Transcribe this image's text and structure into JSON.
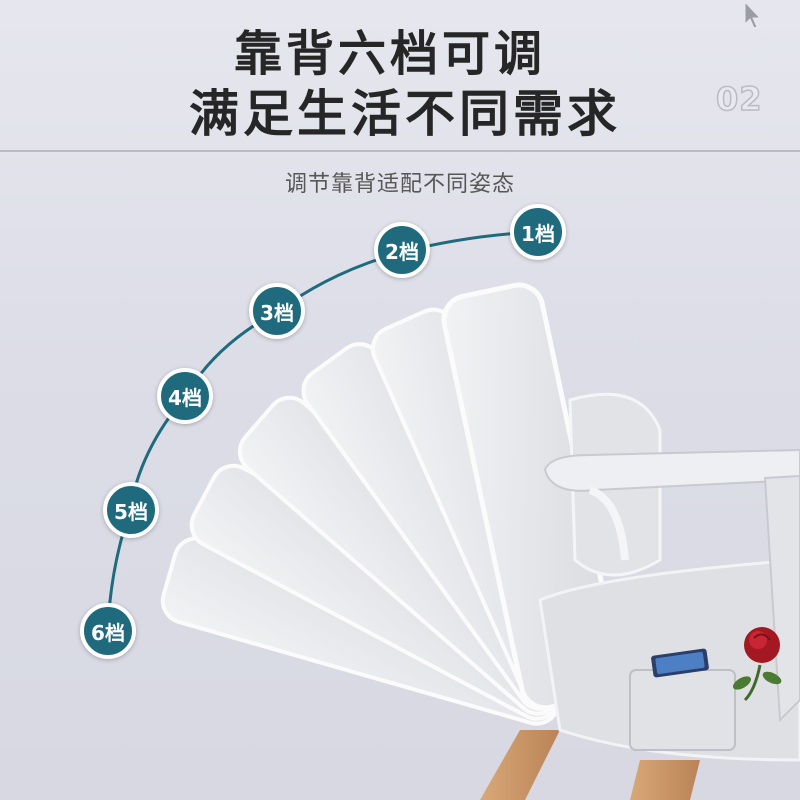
{
  "headline": {
    "line1": "靠背六档可调",
    "line2": "满足生活不同需求"
  },
  "page_number": "02",
  "subtitle": "调节靠背适配不同姿态",
  "levels": [
    "1档",
    "2档",
    "3档",
    "4档",
    "5档",
    "6档"
  ],
  "colors": {
    "badge": "#1f6b7d",
    "arc": "#1f6b7d",
    "headline": "#262626",
    "background": "#dcdde7",
    "cushion": "#ecedf0"
  },
  "icons": [
    "cursor-icon",
    "phone-icon",
    "rose-icon"
  ]
}
